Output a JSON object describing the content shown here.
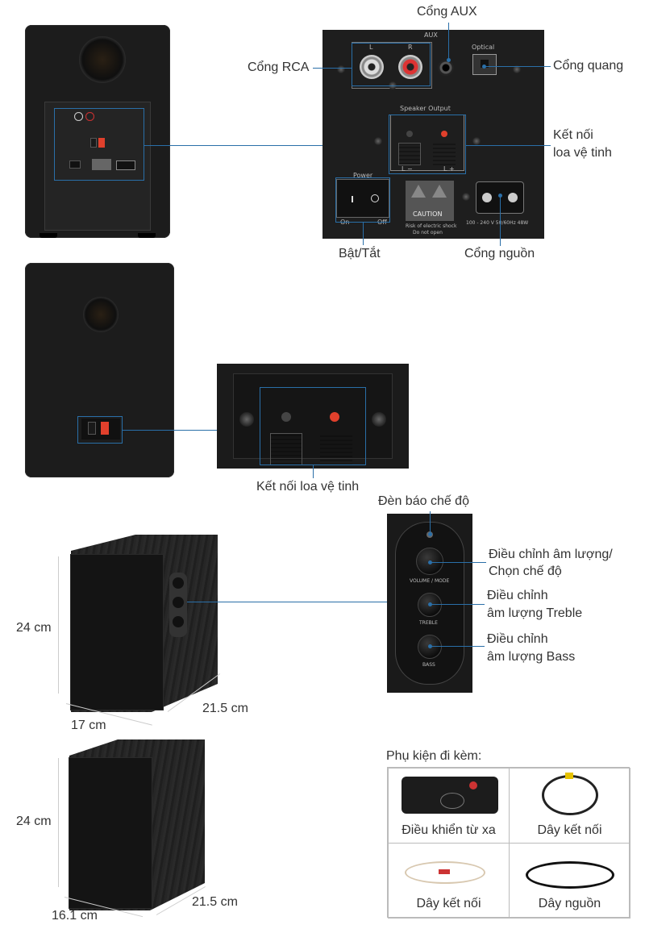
{
  "back_panel_callouts": {
    "aux": "Cổng AUX",
    "rca": "Cổng RCA",
    "optical": "Cổng quang",
    "satellite_line1": "Kết nối",
    "satellite_line2": "loa vệ tinh",
    "power_switch": "Bật/Tắt",
    "power_port": "Cổng nguồn"
  },
  "panel_printed": {
    "aux": "AUX",
    "l": "L",
    "r": "R",
    "optical": "Optical",
    "speaker_output": "Speaker Output",
    "l_minus": "L −",
    "l_plus": "L +",
    "power": "Power",
    "on": "On",
    "off": "Off",
    "caution": "CAUTION",
    "risk_line1": "Risk of electric shock",
    "risk_line2": "Do not open",
    "voltage": "100 - 240 V  50/60Hz  48W"
  },
  "satellite_callout": "Kết nối loa vệ tinh",
  "control_callouts": {
    "mode_light": "Đèn báo chế độ",
    "volume_line1": "Điều chỉnh âm lượng/",
    "volume_line2": "Chọn chế độ",
    "treble_line1": "Điều chỉnh",
    "treble_line2": "âm lượng Treble",
    "bass_line1": "Điều chỉnh",
    "bass_line2": "âm lượng Bass"
  },
  "control_printed": {
    "volume_mode": "VOLUME / MODE",
    "treble": "TREBLE",
    "bass": "BASS"
  },
  "dimensions": {
    "main_height": "24 cm",
    "main_depth": "21.5 cm",
    "main_width": "17 cm",
    "sat_height": "24 cm",
    "sat_depth": "21.5 cm",
    "sat_width": "16.1 cm"
  },
  "accessories": {
    "title": "Phụ kiện đi kèm:",
    "items": [
      {
        "label": "Điều khiển từ xa",
        "icon": "remote-control-icon"
      },
      {
        "label": "Dây kết nối",
        "icon": "rca-cable-icon"
      },
      {
        "label": "Dây kết nối",
        "icon": "speaker-wire-icon"
      },
      {
        "label": "Dây nguồn",
        "icon": "power-cord-icon"
      }
    ]
  },
  "colors": {
    "callout": "#2a6fa8",
    "terminal_red": "#e0402c"
  }
}
